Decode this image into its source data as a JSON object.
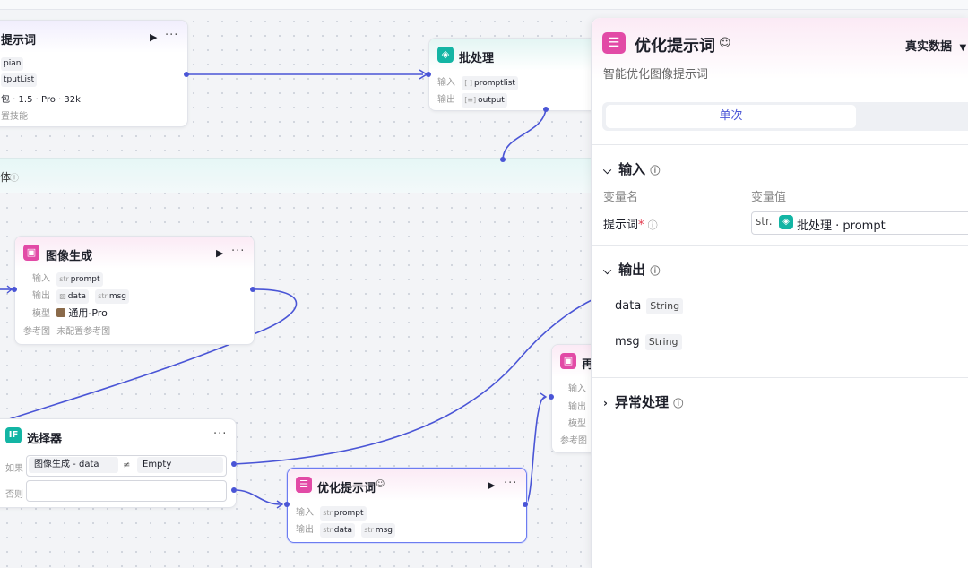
{
  "colors": {
    "accent": "#4a55d6",
    "pink": "#e24aa6",
    "teal": "#13b5a4"
  },
  "loop_label": "体",
  "nodes": {
    "prompt_node": {
      "title": "提示词",
      "icon": "more-icon",
      "r1": "pian",
      "r2": "tputList",
      "r3": "包 · 1.5 · Pro · 32k",
      "r4": "置技能"
    },
    "batch": {
      "title": "批处理",
      "in_label": "输入",
      "in_type": "[ ]",
      "in_value": "promptlist",
      "out_label": "输出",
      "out_type": "[≡]",
      "out_value": "output"
    },
    "imggen": {
      "title": "图像生成",
      "in_label": "输入",
      "in_type": "str",
      "in_value": "prompt",
      "out_label": "输出",
      "out_v1": "data",
      "out_type2": "str",
      "out_v2": "msg",
      "model_label": "模型",
      "model_value": "通用-Pro",
      "ref_label": "参考图",
      "ref_value": "未配置参考图"
    },
    "selector": {
      "title": "选择器",
      "if_label": "如果",
      "cond_left": "图像生成 - data",
      "cond_op": "≠",
      "cond_right": "Empty",
      "else_label": "否则"
    },
    "optimize": {
      "title": "优化提示词",
      "in_label": "输入",
      "in_type": "str",
      "in_value": "prompt",
      "out_label": "输出",
      "out_type1": "str",
      "out_v1": "data",
      "out_type2": "str",
      "out_v2": "msg"
    },
    "regen": {
      "title": "再",
      "in_label": "输入",
      "out_label": "输出",
      "model_label": "模型",
      "ref_label": "参考图"
    }
  },
  "panel": {
    "title": "优化提示词",
    "description": "智能优化图像提示词",
    "data_mode": "真实数据",
    "tab_single": "单次",
    "input_section": "输入",
    "col_name": "变量名",
    "col_value": "变量值",
    "param_label": "提示词",
    "param_type": "str.",
    "param_value": "批处理 · prompt",
    "output_section": "输出",
    "outputs": [
      {
        "name": "data",
        "type": "String"
      },
      {
        "name": "msg",
        "type": "String"
      }
    ],
    "error_section": "异常处理"
  }
}
